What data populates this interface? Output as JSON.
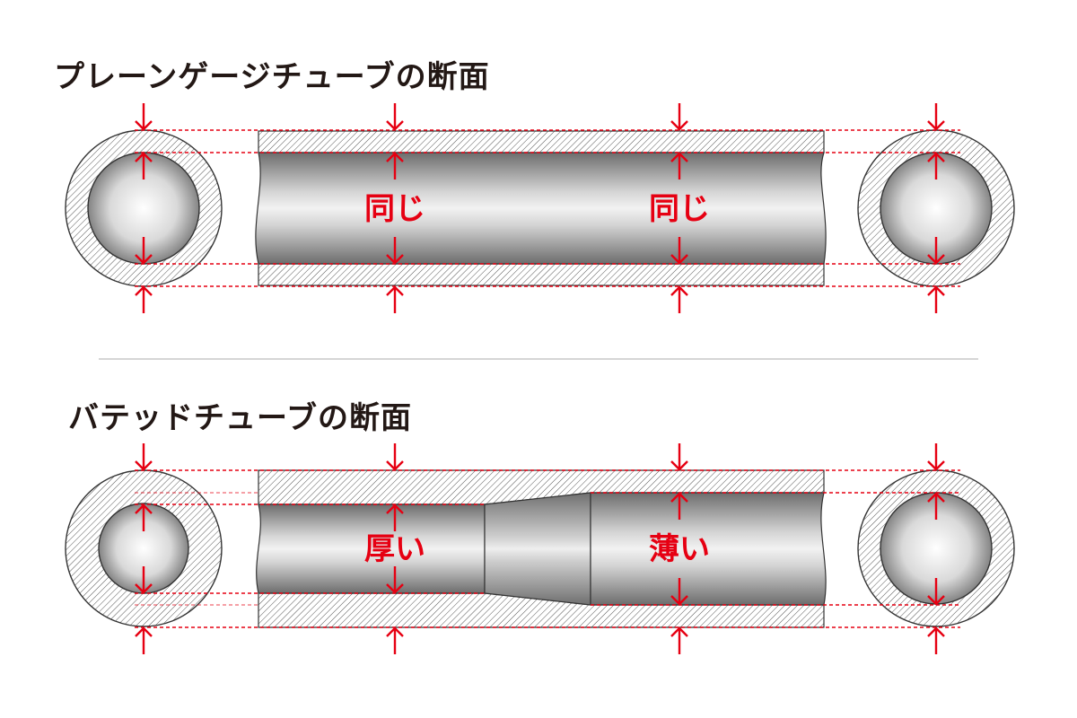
{
  "plain": {
    "title": "プレーンゲージチューブの断面",
    "label_left": "同じ",
    "label_right": "同じ"
  },
  "butted": {
    "title": "バテッドチューブの断面",
    "label_left": "厚い",
    "label_right": "薄い"
  },
  "colors": {
    "accent": "#e60012",
    "title": "#231815",
    "outline": "#333333",
    "divider": "#c8c8c8"
  },
  "icons": {
    "arrow": "arrow-icon"
  }
}
